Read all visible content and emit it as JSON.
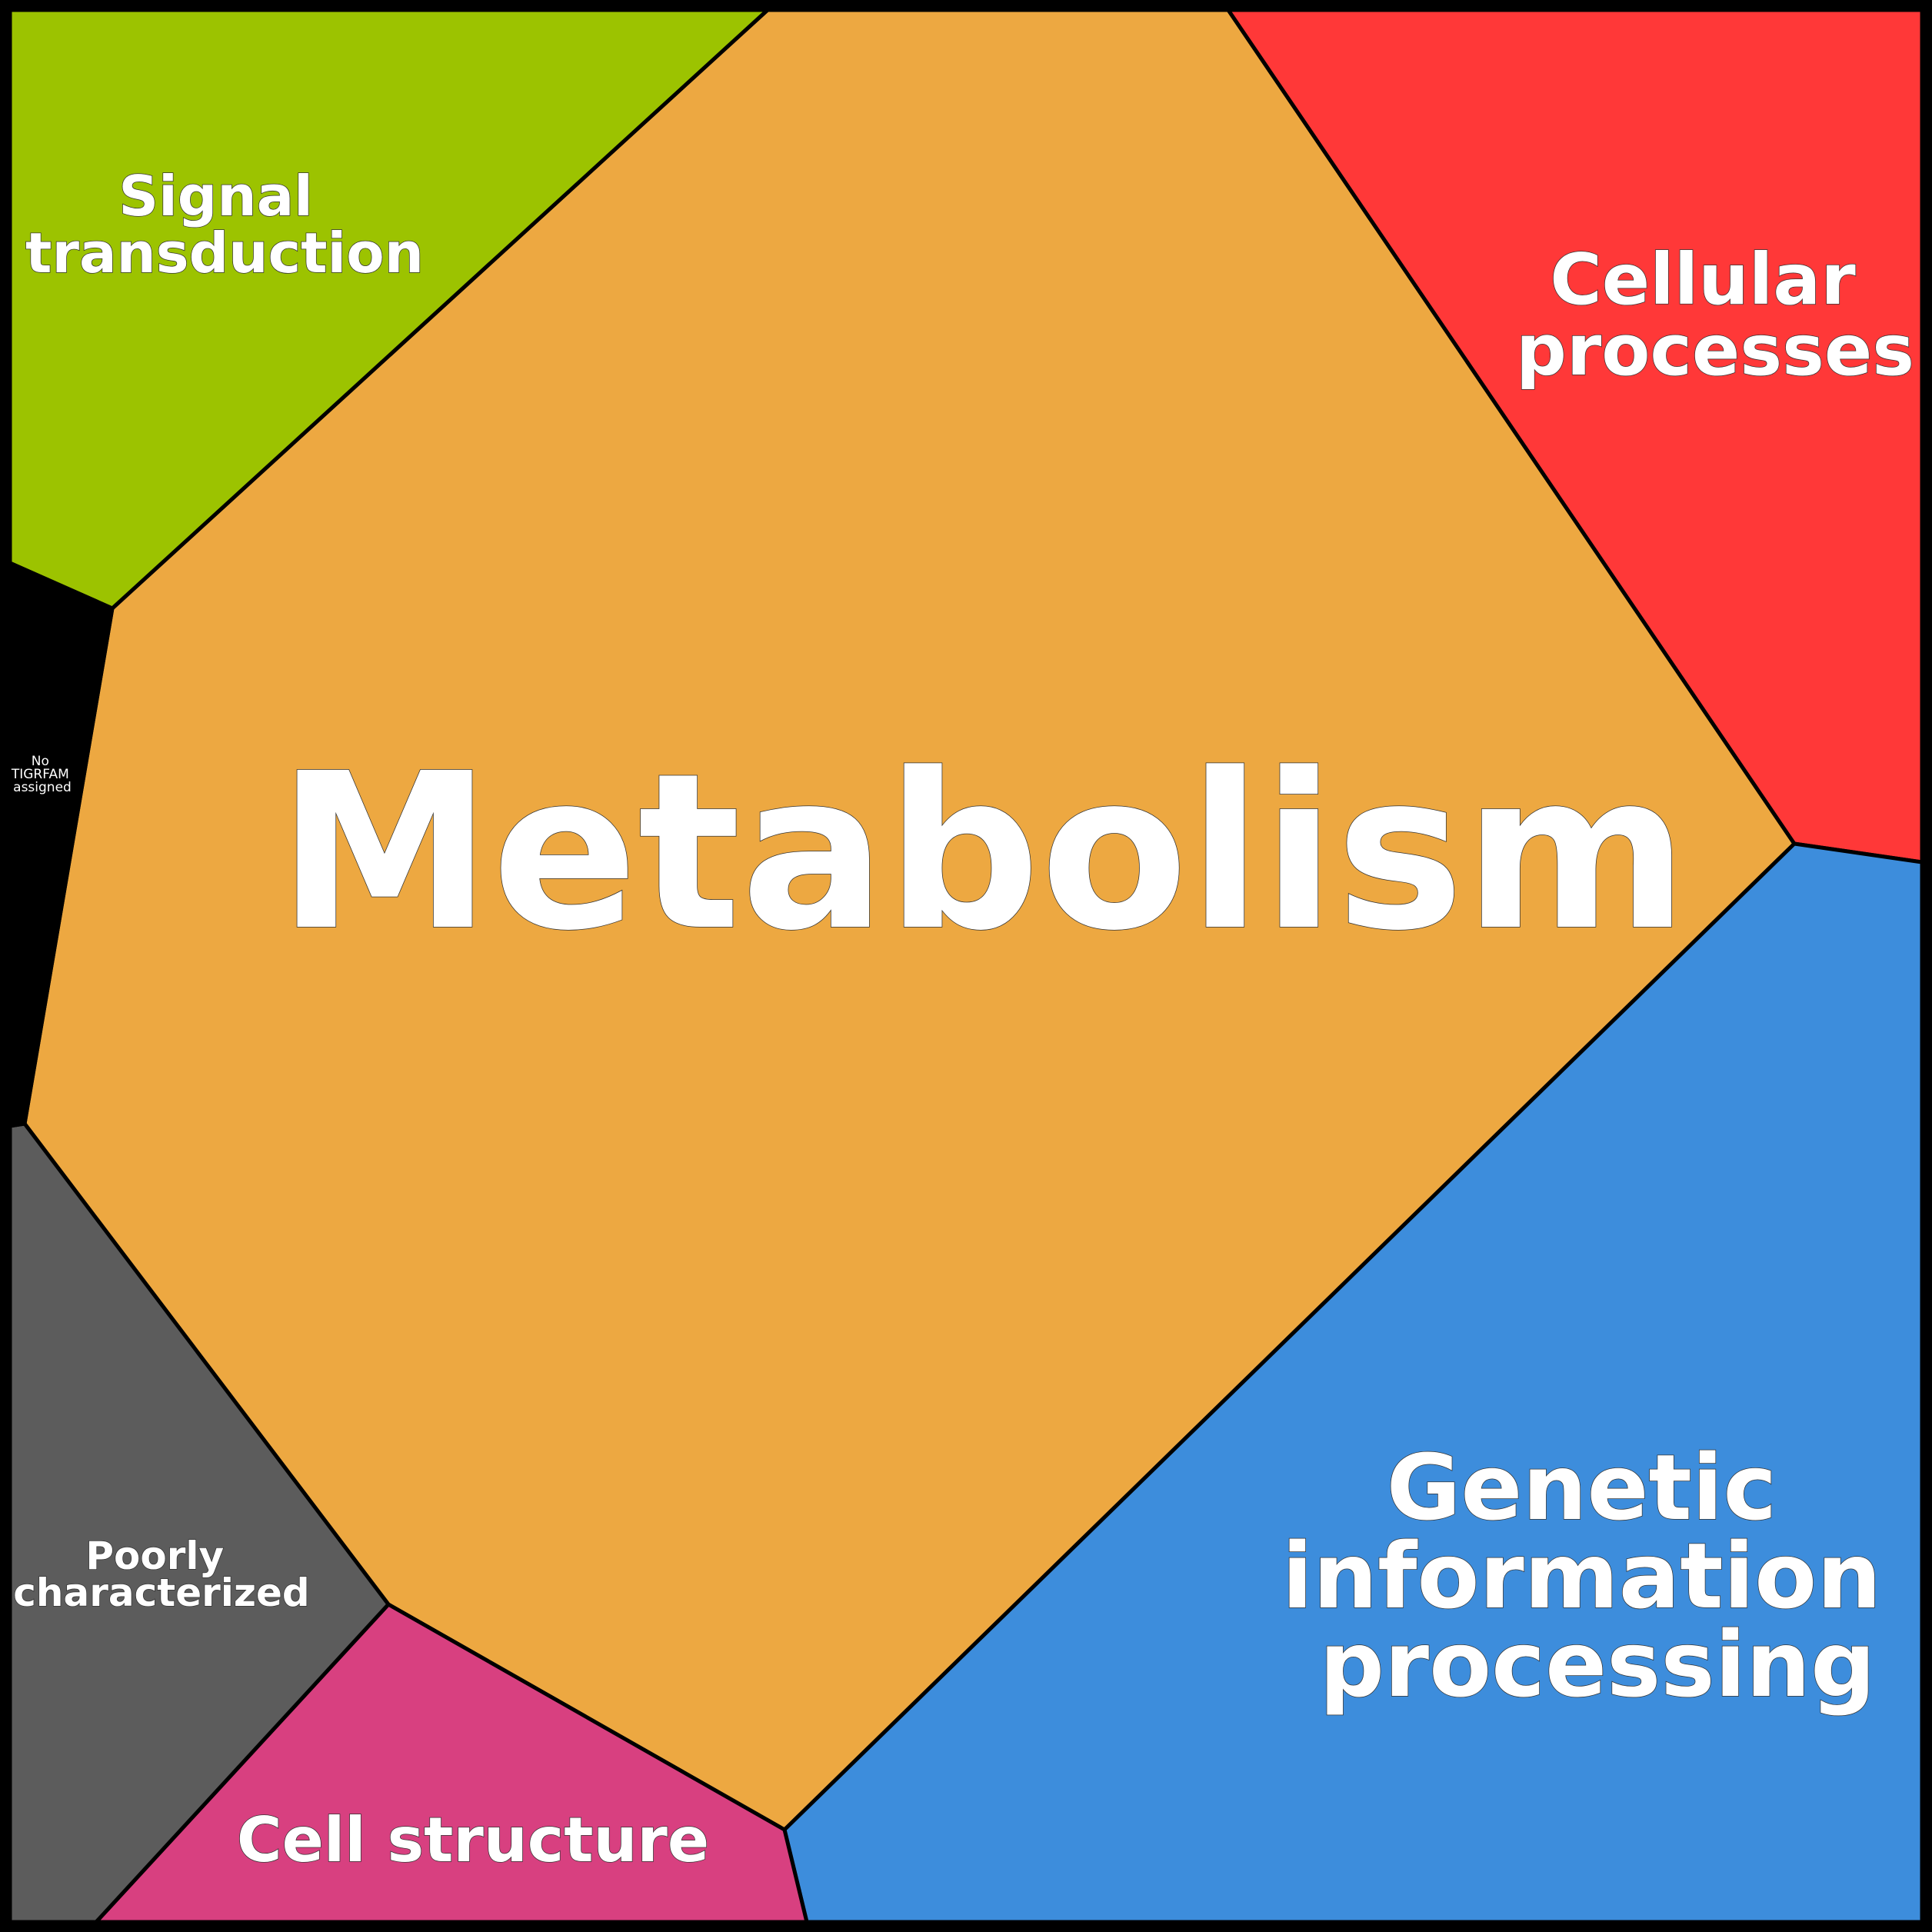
{
  "diagram": {
    "type": "voronoi-treemap",
    "cells": [
      {
        "id": "metabolism",
        "label_lines": [
          "Metabolism"
        ],
        "color": "#EDA841"
      },
      {
        "id": "signal-transduction",
        "label_lines": [
          "Signal",
          "transduction"
        ],
        "color": "#9CC300"
      },
      {
        "id": "cellular-processes",
        "label_lines": [
          "Cellular",
          "processes"
        ],
        "color": "#FF3838"
      },
      {
        "id": "genetic-information-processing",
        "label_lines": [
          "Genetic",
          "information",
          "processing"
        ],
        "color": "#3D8DDC"
      },
      {
        "id": "cell-structure",
        "label_lines": [
          "Cell structure"
        ],
        "color": "#D84080"
      },
      {
        "id": "poorly-characterized",
        "label_lines": [
          "Poorly",
          "characterized"
        ],
        "color": "#5C5C5C"
      },
      {
        "id": "no-tigrfam-assigned",
        "label_lines": [
          "No",
          "TIGRFAM",
          "assigned"
        ],
        "color": "#000000"
      }
    ]
  }
}
